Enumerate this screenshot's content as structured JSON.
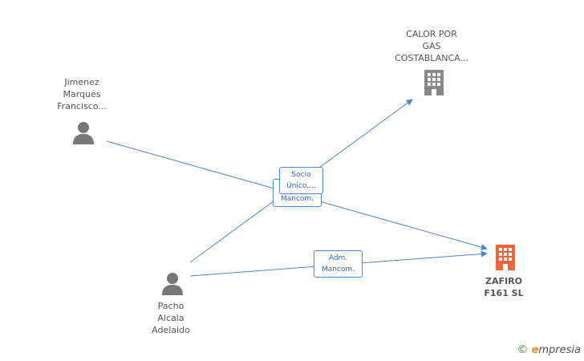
{
  "nodes": {
    "calor": {
      "lines": [
        "CALOR POR",
        "GAS",
        "COSTABLANCA..."
      ],
      "type": "company"
    },
    "jimenez": {
      "lines": [
        "Jimenez",
        "Marques",
        "Francisco..."
      ],
      "type": "person"
    },
    "pacho": {
      "lines": [
        "Pacho",
        "Alcala",
        "Adelaido"
      ],
      "type": "person"
    },
    "zafiro": {
      "lines": [
        "ZAFIRO",
        "F161 SL"
      ],
      "type": "company",
      "highlight": true
    }
  },
  "edge_labels": {
    "mancom": {
      "lines": [
        "Mancom."
      ]
    },
    "socio": {
      "lines": [
        "Socio",
        "Único,..."
      ]
    },
    "adm": {
      "lines": [
        "Adm.",
        "Mancom."
      ]
    }
  },
  "colors": {
    "edge": "#4a86d4",
    "company_icon": "#888888",
    "highlight_icon": "#f0643c",
    "person_icon": "#777777"
  },
  "brand": {
    "copyright": "©",
    "e": "e",
    "rest": "mpresia"
  }
}
